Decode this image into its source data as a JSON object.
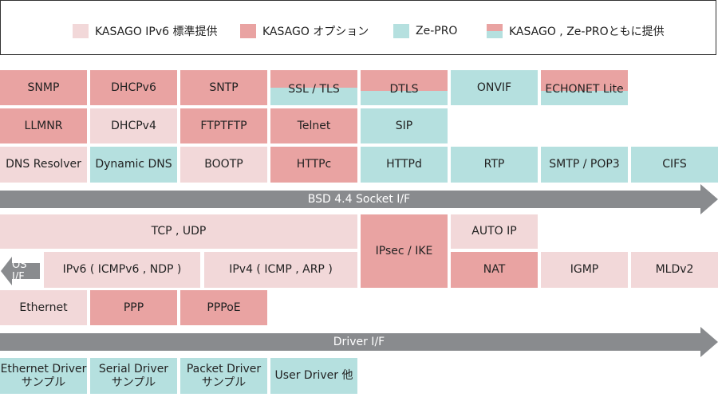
{
  "colors": {
    "standard": "#f2d8d9",
    "option": "#e9a3a2",
    "ze_pro": "#b5e0df",
    "arrow": "#898b8e"
  },
  "legend": {
    "standard": "KASAGO IPv6 標準提供",
    "option": "KASAGO オプション",
    "ze_pro": "Ze-PRO",
    "both": "KASAGO , Ze-PROともに提供"
  },
  "blocks": {
    "snmp": "SNMP",
    "dhcpv6": "DHCPv6",
    "sntp": "SNTP",
    "ssl_tls": "SSL / TLS",
    "dtls": "DTLS",
    "onvif": "ONVIF",
    "echonet": "ECHONET Lite",
    "llmnr": "LLMNR",
    "dhcpv4": "DHCPv4",
    "ftp": "FTPTFTP",
    "telnet": "Telnet",
    "sip": "SIP",
    "dns_resolver": "DNS Resolver",
    "dynamic_dns": "Dynamic DNS",
    "bootp": "BOOTP",
    "httpc": "HTTPc",
    "httpd": "HTTPd",
    "rtp": "RTP",
    "smtp_pop3": "SMTP / POP3",
    "cifs": "CIFS",
    "tcp_udp": "TCP , UDP",
    "ipsec_ike": "IPsec / IKE",
    "auto_ip": "AUTO IP",
    "ipv6": "IPv6 ( ICMPv6 , NDP )",
    "ipv4": "IPv4 ( ICMP , ARP )",
    "nat": "NAT",
    "igmp": "IGMP",
    "mldv2": "MLDv2",
    "ethernet": "Ethernet",
    "ppp": "PPP",
    "pppoe": "PPPoE",
    "ethernet_driver_l1": "Ethernet Driver",
    "ethernet_driver_l2": "サンプル",
    "serial_driver_l1": "Serial Driver",
    "serial_driver_l2": "サンプル",
    "packet_driver_l1": "Packet Driver",
    "packet_driver_l2": "サンプル",
    "user_driver": "User Driver 他"
  },
  "arrows": {
    "bsd": "BSD 4.4 Socket I/F",
    "driver": "Driver I/F",
    "os_if": "OS I/F"
  }
}
